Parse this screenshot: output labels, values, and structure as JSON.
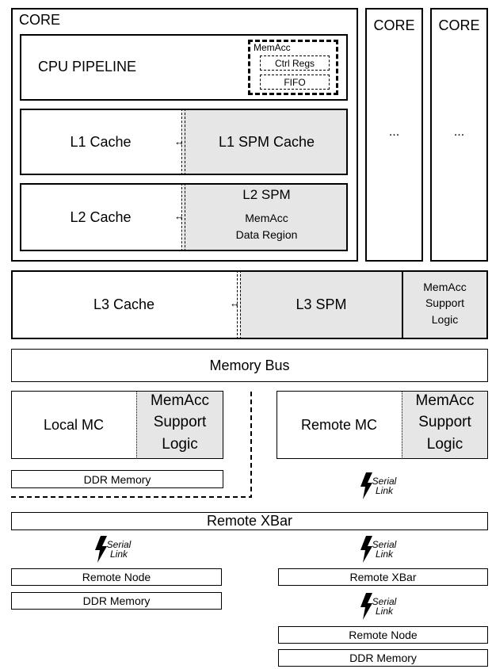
{
  "core_main": {
    "title": "CORE",
    "pipeline": "CPU PIPELINE",
    "memacc": "MemAcc",
    "ctrl_regs": "Ctrl Regs",
    "fifo": "FIFO",
    "l1_cache": "L1 Cache",
    "l1_spm": "L1 SPM Cache",
    "l2_cache": "L2 Cache",
    "l2_spm": "L2 SPM",
    "l2_region_1": "MemAcc",
    "l2_region_2": "Data Region"
  },
  "other_cores": [
    {
      "title": "CORE",
      "ellipsis": "..."
    },
    {
      "title": "CORE",
      "ellipsis": "..."
    }
  ],
  "l3": {
    "cache": "L3 Cache",
    "spm": "L3 SPM",
    "support_1": "MemAcc",
    "support_2": "Support",
    "support_3": "Logic"
  },
  "memory_bus": "Memory Bus",
  "local_mc": {
    "label": "Local MC",
    "support_1": "MemAcc",
    "support_2": "Support",
    "support_3": "Logic",
    "ddr": "DDR Memory"
  },
  "remote_mc": {
    "label": "Remote MC",
    "support_1": "MemAcc",
    "support_2": "Support",
    "support_3": "Logic"
  },
  "serial_link": {
    "line1": "Serial",
    "line2": "Link"
  },
  "remote_xbar": "Remote XBar",
  "left_chain": {
    "node": "Remote Node",
    "ddr": "DDR Memory"
  },
  "right_chain": {
    "xbar": "Remote XBar",
    "node": "Remote Node",
    "ddr": "DDR Memory"
  },
  "icons": {
    "link": "lightning-bolt-icon",
    "bidirectional": "double-arrow-icon"
  }
}
